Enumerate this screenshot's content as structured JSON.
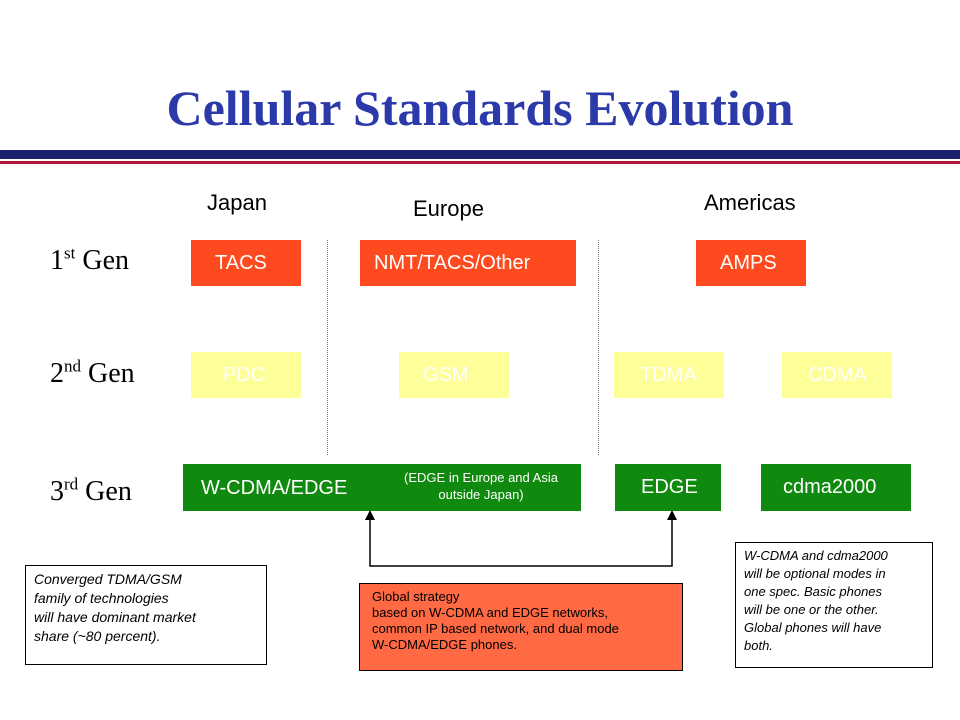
{
  "title": "Cellular Standards Evolution",
  "regions": {
    "japan": "Japan",
    "europe": "Europe",
    "americas": "Americas"
  },
  "generations": {
    "first": {
      "num": "1",
      "sup": "st",
      "label": "Gen"
    },
    "second": {
      "num": "2",
      "sup": "nd",
      "label": "Gen"
    },
    "third": {
      "num": "3",
      "sup": "rd",
      "label": "Gen"
    }
  },
  "first_gen": {
    "japan": "TACS",
    "europe": "NMT/TACS/Other",
    "americas": "AMPS"
  },
  "second_gen": {
    "japan": "PDC",
    "europe": "GSM",
    "tdma": "TDMA",
    "cdma": "CDMA"
  },
  "third_gen": {
    "wcdma": "W-CDMA/EDGE",
    "wcdma_note_line1": "(EDGE in Europe and Asia",
    "wcdma_note_line2": "outside Japan)",
    "edge": "EDGE",
    "cdma2000": "cdma2000"
  },
  "notes": {
    "converged": [
      "Converged TDMA/GSM",
      "family of technologies",
      "will have dominant market",
      "share (~80 percent)."
    ],
    "global_strategy": [
      "Global strategy",
      "based on W-CDMA and EDGE networks,",
      "common IP based network, and dual mode",
      "W-CDMA/EDGE phones."
    ],
    "optional_modes": [
      "W-CDMA and cdma2000",
      "will be optional modes in",
      "one spec.  Basic phones",
      "will be one or the other.",
      "Global phones will have",
      "both."
    ]
  },
  "colors": {
    "title": "#2b3aa8",
    "first_gen_box": "#ff4a1f",
    "second_gen_box": "#ffff99",
    "third_gen_box": "#108a0e",
    "global_strategy_box": "#ff6a45"
  }
}
